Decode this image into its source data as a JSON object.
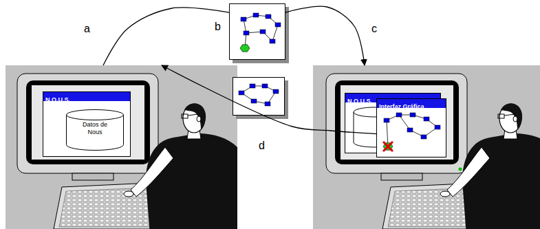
{
  "diagram": {
    "nodes": [
      {
        "text": [
          "a"
        ]
      },
      {
        "text": [
          "N.O.U.S."
        ],
        "in": 0
      },
      {
        "text": [
          "Datos de Nous"
        ],
        "in": 1
      },
      {
        "text": [
          "b"
        ]
      },
      {
        "text": [
          "d"
        ]
      },
      {
        "text": [
          "c"
        ]
      },
      {
        "text": [
          "N.O.U.S."
        ],
        "in": 5
      },
      {
        "text": [
          "Interfaz Gráfica"
        ],
        "in": 5
      }
    ],
    "edges": [
      {
        "from": 0,
        "to": 3,
        "arrow": "none"
      },
      {
        "from": 3,
        "to": 5,
        "arrow": "to"
      },
      {
        "from": 7,
        "to": 0,
        "arrow": "to"
      }
    ]
  }
}
